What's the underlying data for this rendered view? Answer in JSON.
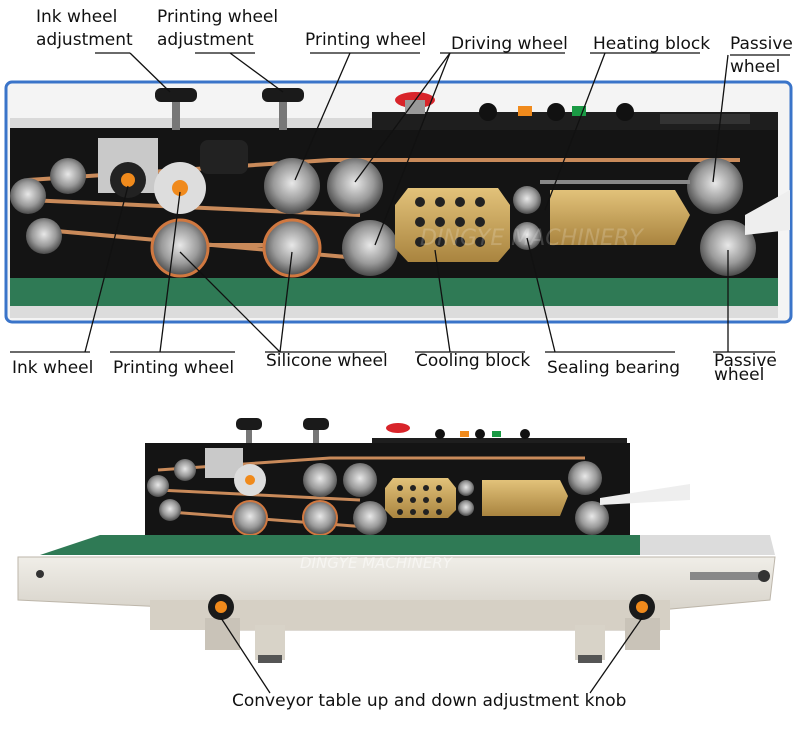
{
  "labels": {
    "ink_wheel_adjustment_1": "Ink wheel",
    "ink_wheel_adjustment_2": "adjustment",
    "printing_wheel_adjustment_1": "Printing wheel",
    "printing_wheel_adjustment_2": "adjustment",
    "printing_wheel_top": "Printing wheel",
    "driving_wheel": "Driving wheel",
    "heating_block": "Heating block",
    "passive_wheel_top_1": "Passive",
    "passive_wheel_top_2": "wheel",
    "ink_wheel": "Ink wheel",
    "printing_wheel_bottom": "Printing wheel",
    "silicone_wheel": "Silicone wheel",
    "cooling_block": "Cooling block",
    "sealing_bearing": "Sealing bearing",
    "passive_wheel_bottom_1": "Passive",
    "passive_wheel_bottom_2": "wheel",
    "conveyor_knob": "Conveyor table up and down adjustment knob"
  },
  "watermark": "DINGYE MACHINERY",
  "colors": {
    "frame_border": "#3a74c9",
    "panel": "#141414",
    "belt": "#c98a5a",
    "heater": "#c8a45c",
    "conveyor": "#2f7a55",
    "knob_orange": "#f08a1c",
    "stop_red": "#d8242a"
  }
}
